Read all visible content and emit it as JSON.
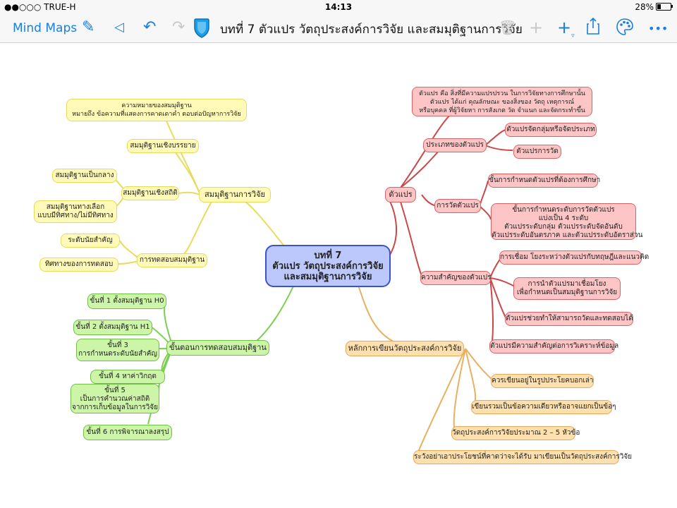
{
  "status": {
    "carrier": "●●○○○ TRUE-H",
    "time": "14:13",
    "battery": "28%"
  },
  "toolbar": {
    "back_label": "Mind Maps",
    "title": "บทที่ 7 ตัวแปร วัตถุประสงค์การวิจัย  และสมมุติฐานการวิจัย",
    "icons": [
      "edit-icon",
      "previous-icon",
      "undo-icon",
      "redo-icon",
      "trash-icon",
      "add-icon",
      "add-child-icon",
      "share-icon",
      "palette-icon",
      "more-icon"
    ]
  },
  "colors": {
    "accent": "#1a7ee0",
    "yellow": "#fffab8",
    "red": "#fdc5c5",
    "green": "#cdf5a8",
    "orange": "#fde0ad",
    "blue": "#bcc8fb"
  },
  "mindmap": {
    "central": [
      "บทที่ 7",
      "ตัวแปร วัตถุประสงค์การวิจัย",
      "และสมมุติฐานการวิจัย"
    ],
    "hypothesis": {
      "label": "สมมุติฐานการวิจัย",
      "meaning": [
        "ความหมายของสมมุติฐาน",
        "หมายถึง ข้อความที่แสดงการคาดเดาคำ ตอบต่อปัญหาการวิจัย"
      ],
      "descriptive": "สมมุติฐานเชิงบรรยาย",
      "statistical": "สมมุติฐานเชิงสถิติ",
      "null_h": "สมมุติฐานเป็นกลาง",
      "alt_h": [
        "สมมุติฐานทางเลือก",
        "แบบมีทิศทาง/ไม่มีทิศทาง"
      ],
      "testing": "การทดสอบสมมุติฐาน",
      "significance": "ระดับนัยสำคัญ",
      "direction": "ทิศทางของการทดสอบ"
    },
    "steps": {
      "label": "ขั้นตอนการทดสอบสมมุติฐาน",
      "s1": "ขั้นที่ 1 ตั้งสมมุติฐาน H0",
      "s2": "ขั้นที่ 2 ตั้งสมมุติฐาน H1",
      "s3": [
        "ขั้นที่ 3",
        "การกำหนดระดับนัยสำคัญ"
      ],
      "s4": "ขั้นที่ 4 หาค่าวิกฤต",
      "s5": [
        "ขั้นที่ 5",
        "เป็นการคำนวณค่าสถิติ",
        "จากการเก็บข้อมูลในการวิจัย"
      ],
      "s6": "ขั้นที่ 6 การพิจารณาลงสรุป"
    },
    "variables": {
      "label": "ตัวแปร",
      "definition": [
        "ตัวแปร คือ สิ่งที่มีความแปรปรวน ในการวิจัยทางการศึกษานั้น",
        "ตัวแปร ได้แก่ คุณลักษณะ ของสิ่งของ วัตถุ เหตุการณ์",
        "หรือบุคคล ที่ผู้วิจัยหา การสังเกต วัด จำแนก และจัดกระทำขึ้น"
      ],
      "types": "ประเภทของตัวแปร",
      "grouping": "ตัวแปรจัดกลุ่มหรือจัดประเภท",
      "measured": "ตัวแปรการวัด",
      "measuring": "การวัดตัวแปร",
      "define_study": "ขั้นการกำหนดตัวแปรที่ต้องการศึกษา",
      "levels": [
        "ขั้นการกำหนดระดับการวัดตัวแปร",
        "แบ่งเป็น 4 ระดับ",
        "ตัวแปรระดับกลุ่ม ตัวแปรระดับจัดอันดับ",
        "ตัวแปรระดับอันตรภาค และตัวแปรระดับอัตราส่วน"
      ],
      "importance": "ความสำคัญของตัวแปร",
      "imp1": "การเชื่อม โยงระหว่างตัวแปรกับทฤษฎีและแนวคิด",
      "imp2": [
        "การนำตัวแปรมาเชื่อมโยง",
        "เพื่อกำหนดเป็นสมมุติฐานการวิจัย"
      ],
      "imp3": "ตัวแปรช่วยทำให้สามารถวัดและทดสอบได้",
      "imp4": "ตัวแปรมีความสำคัญต่อการวิเคราะห์ข้อมูล"
    },
    "objectives": {
      "label": "หลักการเขียนวัตถุประสงค์การวิจัย",
      "o1": "ควรเขียนอยู่ในรูปประโยคบอกเล่า",
      "o2": "เขียนรวมเป็นข้อความเดียวหรืออาจแยกเป็นข้อๆ",
      "o3": "วัตถุประสงค์การวิจัยประมาณ 2 – 5 หัวข้อ",
      "o4": "ระวังอย่าเอาประโยชน์ที่คาดว่าจะได้รับ มาเขียนเป็นวัตถุประสงค์การวิจัย"
    }
  }
}
